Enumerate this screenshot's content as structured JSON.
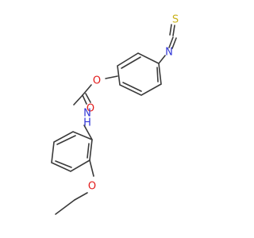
{
  "atoms": {
    "S": {
      "label": "S",
      "color": "#c9b21a"
    },
    "N_isothiocyanate": {
      "label": "N",
      "color": "#2f34d6"
    },
    "O_ester": {
      "label": "O",
      "color": "#e21b1b"
    },
    "O_carbonyl": {
      "label": "O",
      "color": "#e21b1b"
    },
    "N_carbamate": {
      "label": "N",
      "color": "#2f34d6"
    },
    "NH_H": {
      "label": "H",
      "color": "#2f34d6"
    },
    "O_ether": {
      "label": "O",
      "color": "#e21b1b"
    }
  }
}
